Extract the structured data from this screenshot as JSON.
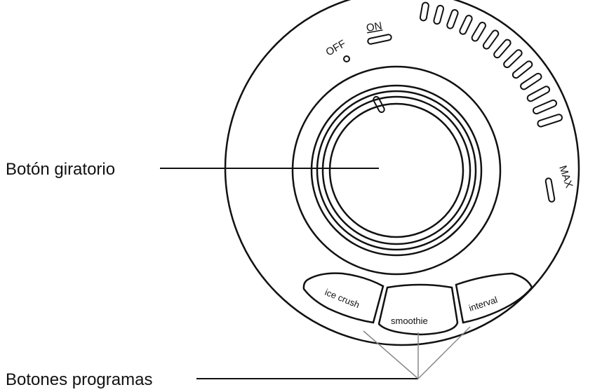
{
  "callouts": {
    "knob": "Botón giratorio",
    "program_buttons": "Botones programas"
  },
  "dial": {
    "off_label": "OFF",
    "on_label": "ON",
    "max_label": "MAX"
  },
  "buttons": {
    "ice_crush": "ice crush",
    "smoothie": "smoothie",
    "interval": "interval"
  },
  "colors": {
    "line": "#111111",
    "leader_gray": "#888888",
    "background": "#ffffff"
  }
}
